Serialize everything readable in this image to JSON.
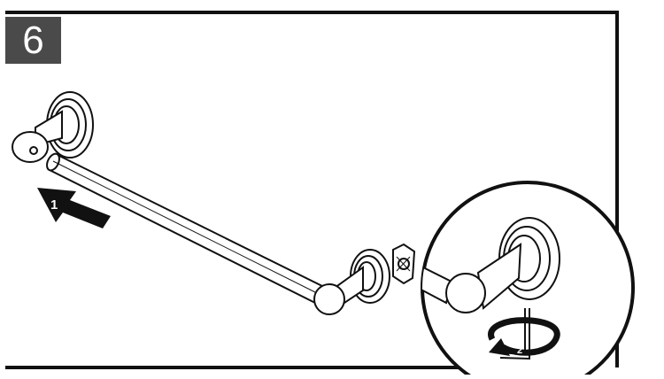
{
  "step": {
    "number": "6"
  },
  "callouts": {
    "push_arrow": "1",
    "turn_arrow": "2"
  },
  "colors": {
    "line": "#111111",
    "badge": "#4a4a4a",
    "background": "#ffffff"
  },
  "icons": [
    "push-direction-arrow-icon",
    "rotation-arrow-icon",
    "hex-key-icon",
    "mounting-plate-icon"
  ]
}
